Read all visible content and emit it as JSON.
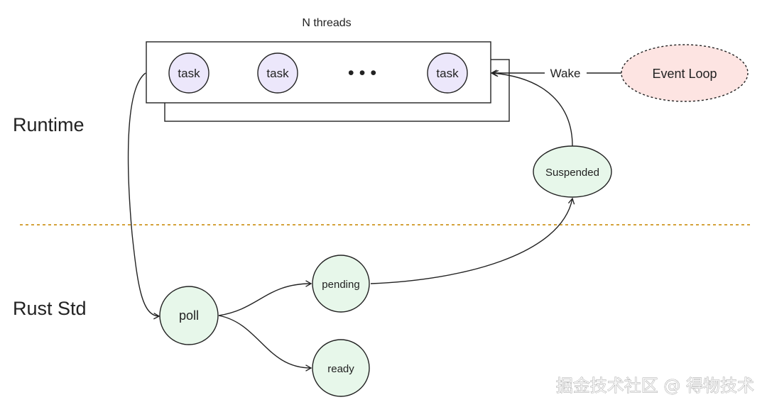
{
  "diagram": {
    "threads_label": "N threads",
    "runtime_label": "Runtime",
    "rust_std_label": "Rust Std",
    "wake_label": "Wake",
    "event_loop_label": "Event Loop",
    "suspended_label": "Suspended",
    "poll_label": "poll",
    "pending_label": "pending",
    "ready_label": "ready",
    "tasks": [
      "task",
      "task",
      "task"
    ],
    "ellipsis": "• • •"
  },
  "watermark": {
    "text": "掘金技术社区 @ 得物技术"
  },
  "colors": {
    "task_fill": "#ece7fb",
    "suspended_fill": "#e7f7ea",
    "poll_fill": "#e7f7ea",
    "event_loop_fill": "#fde4e2",
    "divider": "#d4a23a",
    "stroke": "#222222"
  }
}
